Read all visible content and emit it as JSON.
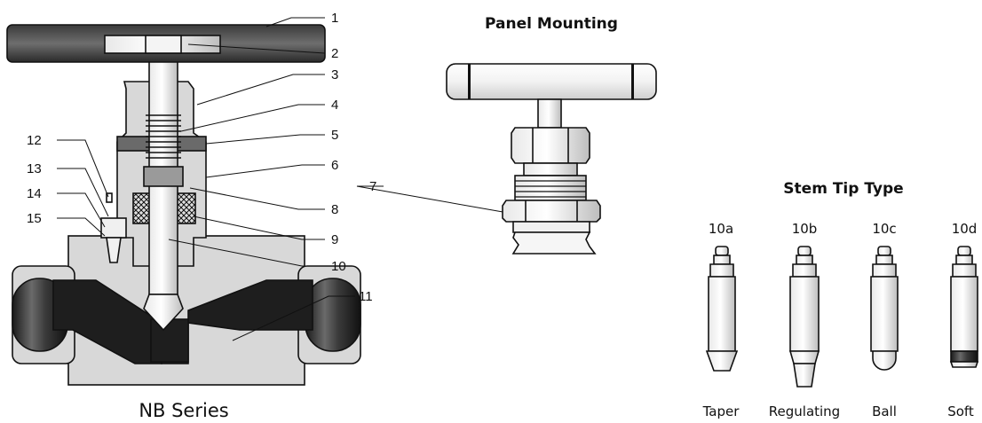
{
  "main_valve": {
    "caption": "NB Series",
    "callouts": [
      "1",
      "2",
      "3",
      "4",
      "5",
      "6",
      "7",
      "8",
      "9",
      "10",
      "11",
      "12",
      "13",
      "14",
      "15"
    ]
  },
  "panel_mounting": {
    "heading": "Panel Mounting"
  },
  "stem_tips": {
    "heading": "Stem Tip Type",
    "items": [
      {
        "code": "10a",
        "name": "Taper"
      },
      {
        "code": "10b",
        "name": "Regulating"
      },
      {
        "code": "10c",
        "name": "Ball"
      },
      {
        "code": "10d",
        "name": "Soft"
      }
    ]
  },
  "colors": {
    "light_gray": "#d8d8d8",
    "dark": "#2a2a2a",
    "outline": "#111111"
  }
}
